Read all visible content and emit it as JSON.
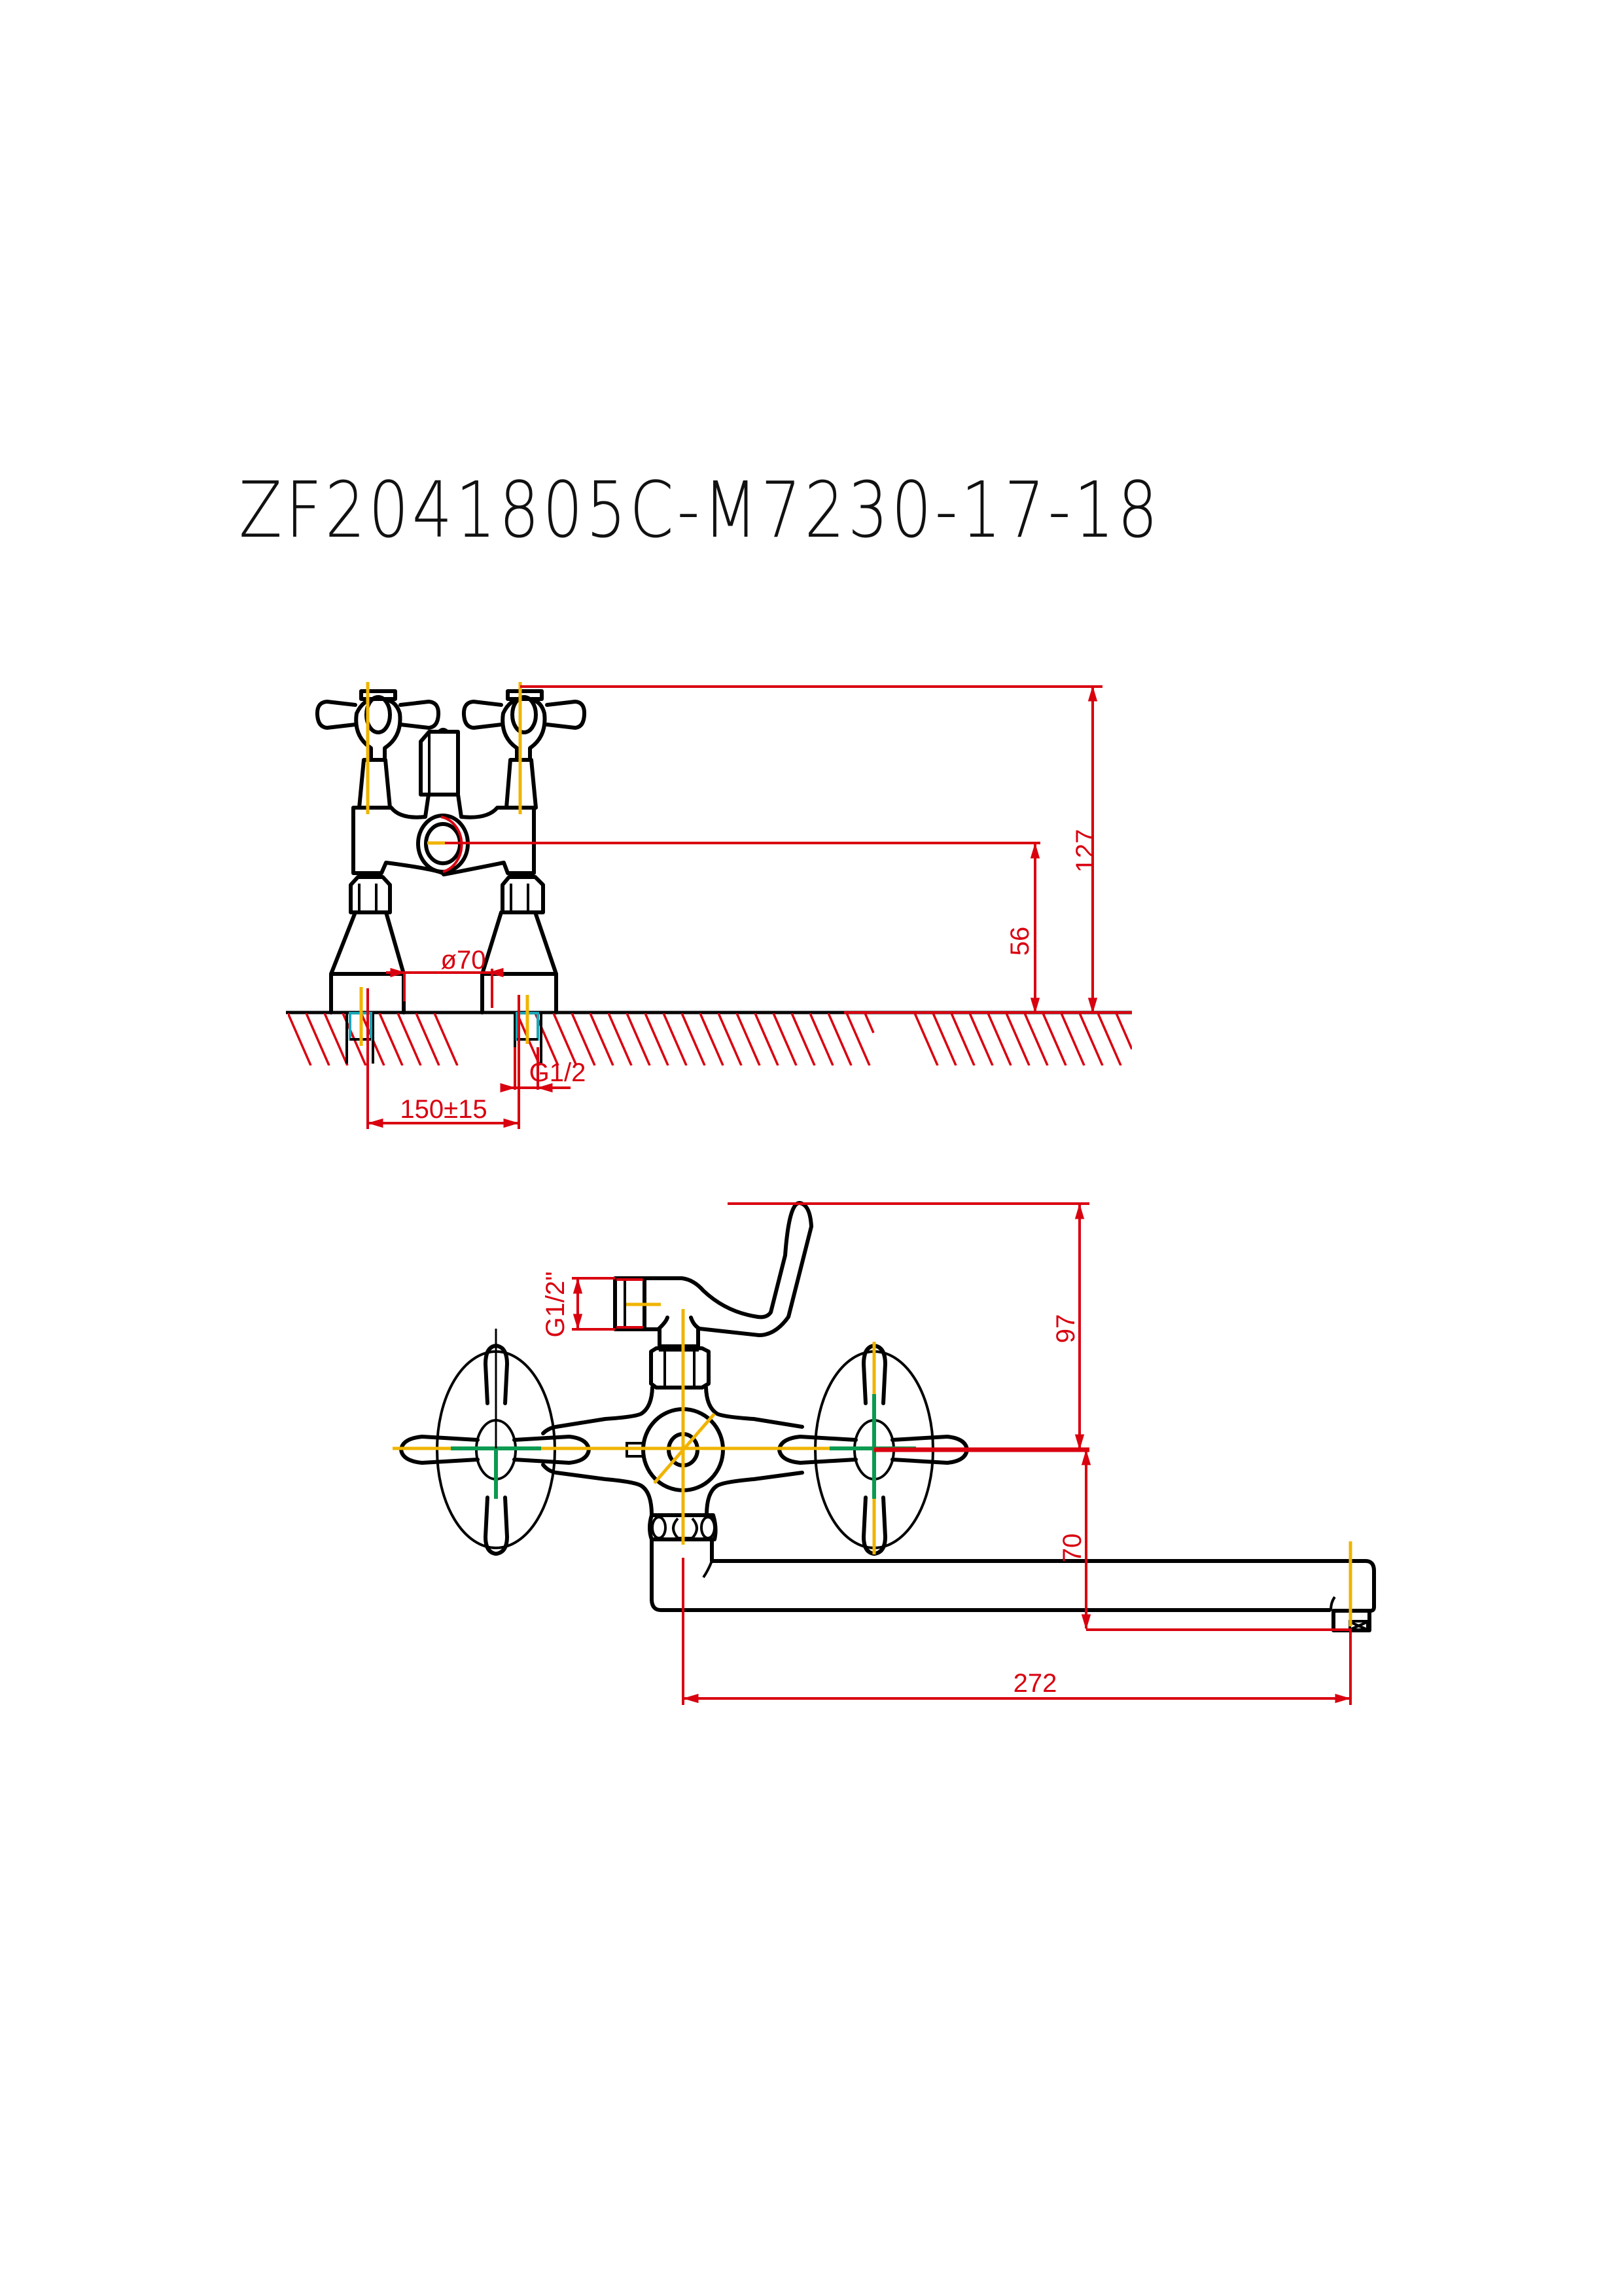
{
  "title": "ZF2041805C-M7230-17-18",
  "front_view": {
    "dimensions": {
      "overall_height": "127",
      "outlet_height": "56",
      "base_diameter": "ø70",
      "inlet_thread": "G1/2",
      "center_spacing": "150±15"
    }
  },
  "top_view": {
    "dimensions": {
      "shower_thread": "G1/2\"",
      "height_above_center": "97",
      "spout_drop": "70",
      "spout_reach": "272"
    }
  },
  "colors": {
    "outline": "#000000",
    "dimension": "#d9000f",
    "centerline": "#f0b400",
    "centerline_alt": "#0a9a50",
    "thread": "#1aa7b8"
  }
}
